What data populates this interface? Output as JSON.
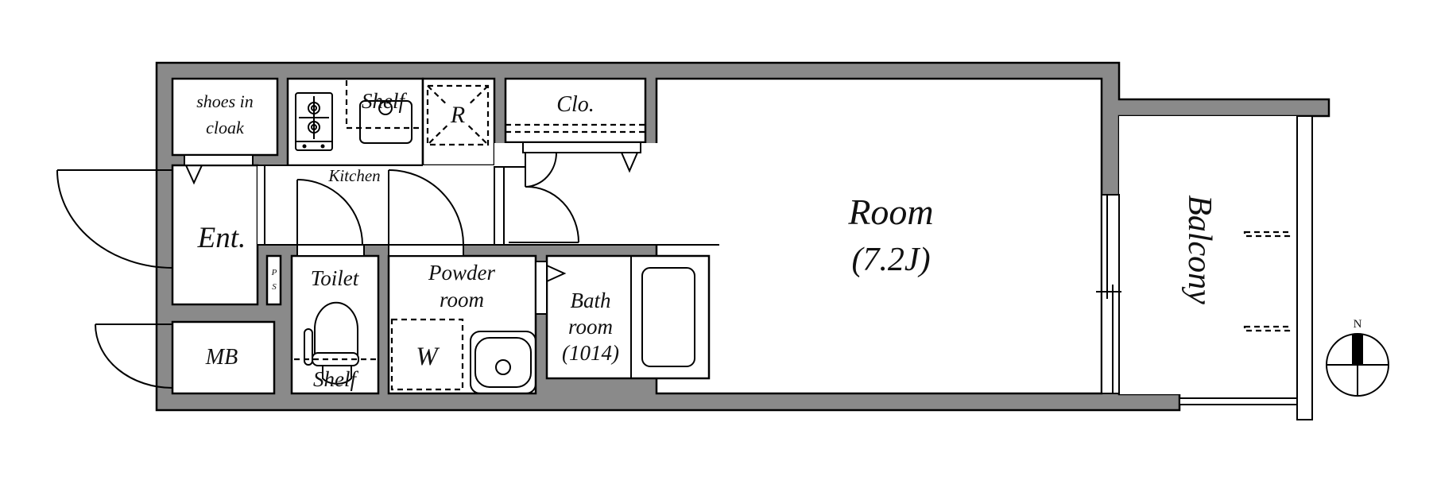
{
  "floor_plan": {
    "rooms": {
      "shoes_cloak": [
        "shoes in",
        "cloak"
      ],
      "kitchen": "Kitchen",
      "shelf_kitchen": "Shelf",
      "refrigerator": "R",
      "closet": "Clo.",
      "entrance": "Ent.",
      "pipe_space": [
        "P",
        "S"
      ],
      "meter_box": "MB",
      "toilet": "Toilet",
      "shelf_toilet": "Shelf",
      "powder_room": [
        "Powder",
        "room"
      ],
      "washer": "W",
      "bathroom": [
        "Bath",
        "room",
        "(1014)"
      ],
      "main_room": [
        "Room",
        "(7.2J)"
      ],
      "balcony": "Balcony"
    },
    "compass": {
      "north_label": "N"
    },
    "colors": {
      "wall": "#8a8a8a",
      "line": "#000000",
      "floor": "#ffffff"
    }
  }
}
